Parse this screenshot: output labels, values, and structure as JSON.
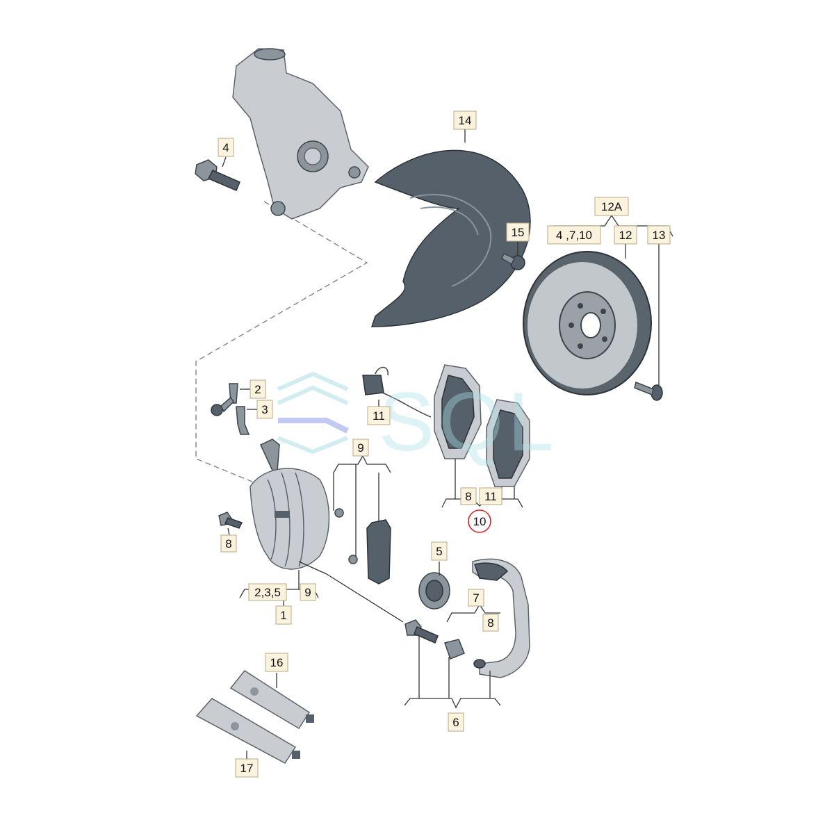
{
  "labels": {
    "knuckle_bolt": "4",
    "shield": "14",
    "shield_bolt": "15",
    "disc_group": "12A",
    "disc_group_sub": "4 ,7,10",
    "disc": "12",
    "disc_screw": "13",
    "bleeder_screw": "2",
    "bleeder_cap": "3",
    "wear_sensor": "11",
    "pad_kit_pad": "8",
    "pad_kit_sensor": "11",
    "pad_kit": "10",
    "pad_set": "9",
    "guide_bolt": "8",
    "caliper_sub": "2,3,5",
    "caliper_sub_pad": "9",
    "caliper": "1",
    "piston_seal": "5",
    "carrier_sub_left": "7",
    "carrier_sub_right": "8",
    "carrier_set": "6",
    "grease_tube_top": "16",
    "grease_tube_bottom": "17"
  },
  "watermark": {
    "text": "SQL"
  },
  "colors": {
    "label_fill": "#fbf3dd",
    "part_dark": "#55606a",
    "highlight": "#d9252a"
  }
}
